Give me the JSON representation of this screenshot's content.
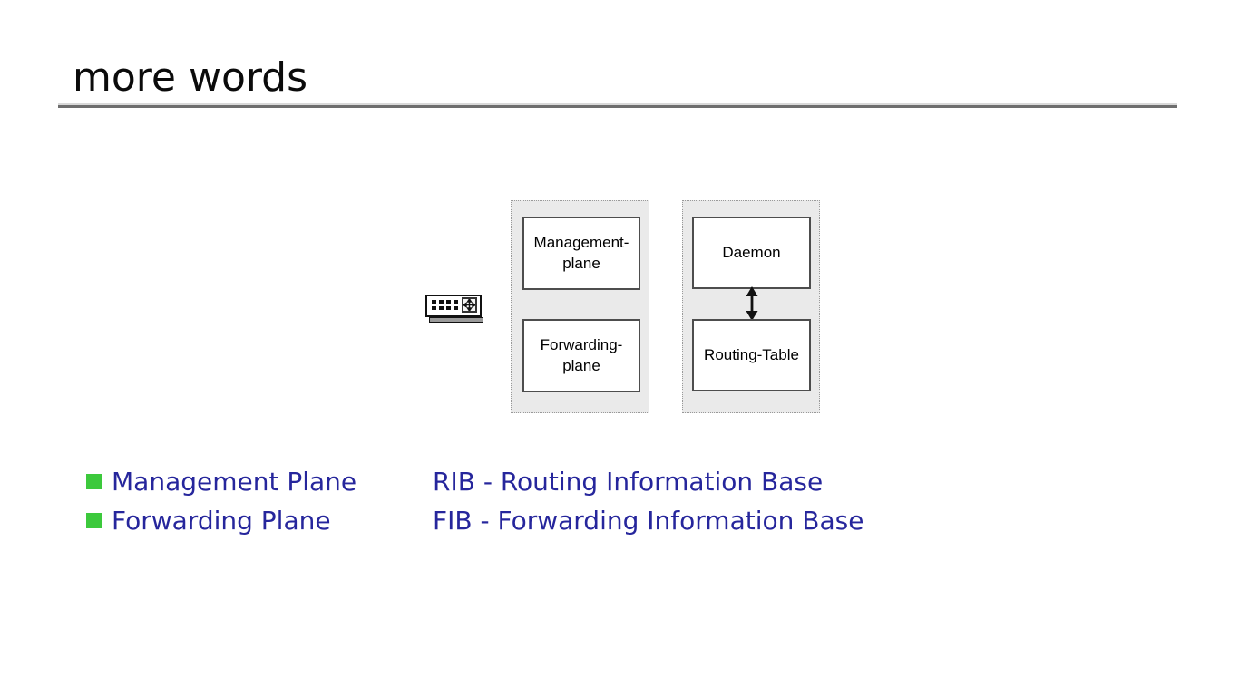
{
  "title": "more words",
  "colors": {
    "bullet_green": "#3cc93c",
    "text_blue": "#26269c",
    "group_fill": "#eaeaea",
    "rule_gray": "#6e6e6e"
  },
  "diagram": {
    "router_icon": "router-switch-icon",
    "groups": [
      {
        "name": "planes",
        "boxes": [
          {
            "lines": [
              "Management-",
              "plane"
            ]
          },
          {
            "lines": [
              "Forwarding-",
              "plane"
            ]
          }
        ]
      },
      {
        "name": "routing",
        "arrow": "double-headed-vertical",
        "boxes": [
          {
            "lines": [
              "Daemon"
            ]
          },
          {
            "lines": [
              "Routing-Table"
            ]
          }
        ]
      }
    ]
  },
  "bullets": [
    {
      "label": "Management Plane"
    },
    {
      "label": "Forwarding Plane"
    }
  ],
  "definitions": [
    {
      "label": "RIB - Routing Information Base"
    },
    {
      "label": "FIB - Forwarding Information Base"
    }
  ]
}
